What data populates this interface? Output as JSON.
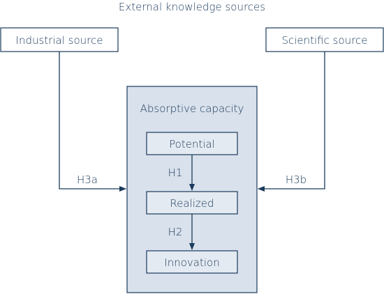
{
  "diagram": {
    "title": "External knowledge sources",
    "sources": {
      "industrial": "Industrial source",
      "scientific": "Scientific source"
    },
    "capacity": {
      "title": "Absorptive capacity",
      "stages": [
        "Potential",
        "Realized",
        "Innovation"
      ]
    },
    "hypotheses": {
      "h1": "H1",
      "h2": "H2",
      "h3a": "H3a",
      "h3b": "H3b"
    }
  },
  "colors": {
    "line": "#1a3a5c",
    "capacity_fill": "#d9e1ec",
    "stage_fill": "#e4eaf2",
    "box_fill": "#ffffff"
  }
}
